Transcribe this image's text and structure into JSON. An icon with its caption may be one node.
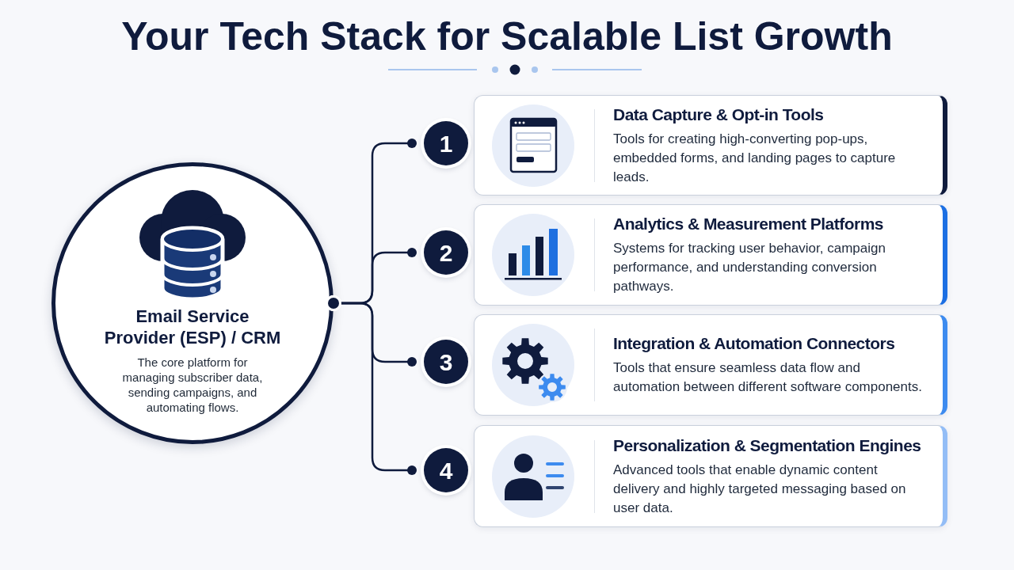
{
  "diagram": {
    "title": "Your Tech Stack for Scalable List Growth",
    "nodes": [
      {
        "text": [
          "Email Service Provider (ESP) / CRM",
          "The core platform for managing subscriber data, sending campaigns, and automating flows."
        ]
      },
      {
        "text": [
          "1"
        ]
      },
      {
        "text": [
          "Data Capture & Opt-in Tools",
          "Tools for creating high-converting pop-ups, embedded forms, and landing pages to capture leads."
        ]
      },
      {
        "text": [
          "2"
        ]
      },
      {
        "text": [
          "Analytics & Measurement Platforms",
          "Systems for tracking user behavior, campaign performance, and understanding conversion pathways."
        ]
      },
      {
        "text": [
          "3"
        ]
      },
      {
        "text": [
          "Integration & Automation Connectors",
          "Tools that ensure seamless data flow and automation between different software components."
        ]
      },
      {
        "text": [
          "4"
        ]
      },
      {
        "text": [
          "Personalization & Segmentation Engines",
          "Advanced tools that enable dynamic content delivery and highly targeted messaging based on user data."
        ]
      }
    ],
    "edges": [
      {
        "from": 0,
        "to": 1,
        "arrow": "other"
      },
      {
        "from": 0,
        "to": 3,
        "arrow": "other"
      },
      {
        "from": 0,
        "to": 5,
        "arrow": "other"
      },
      {
        "from": 0,
        "to": 7,
        "arrow": "other"
      }
    ]
  }
}
